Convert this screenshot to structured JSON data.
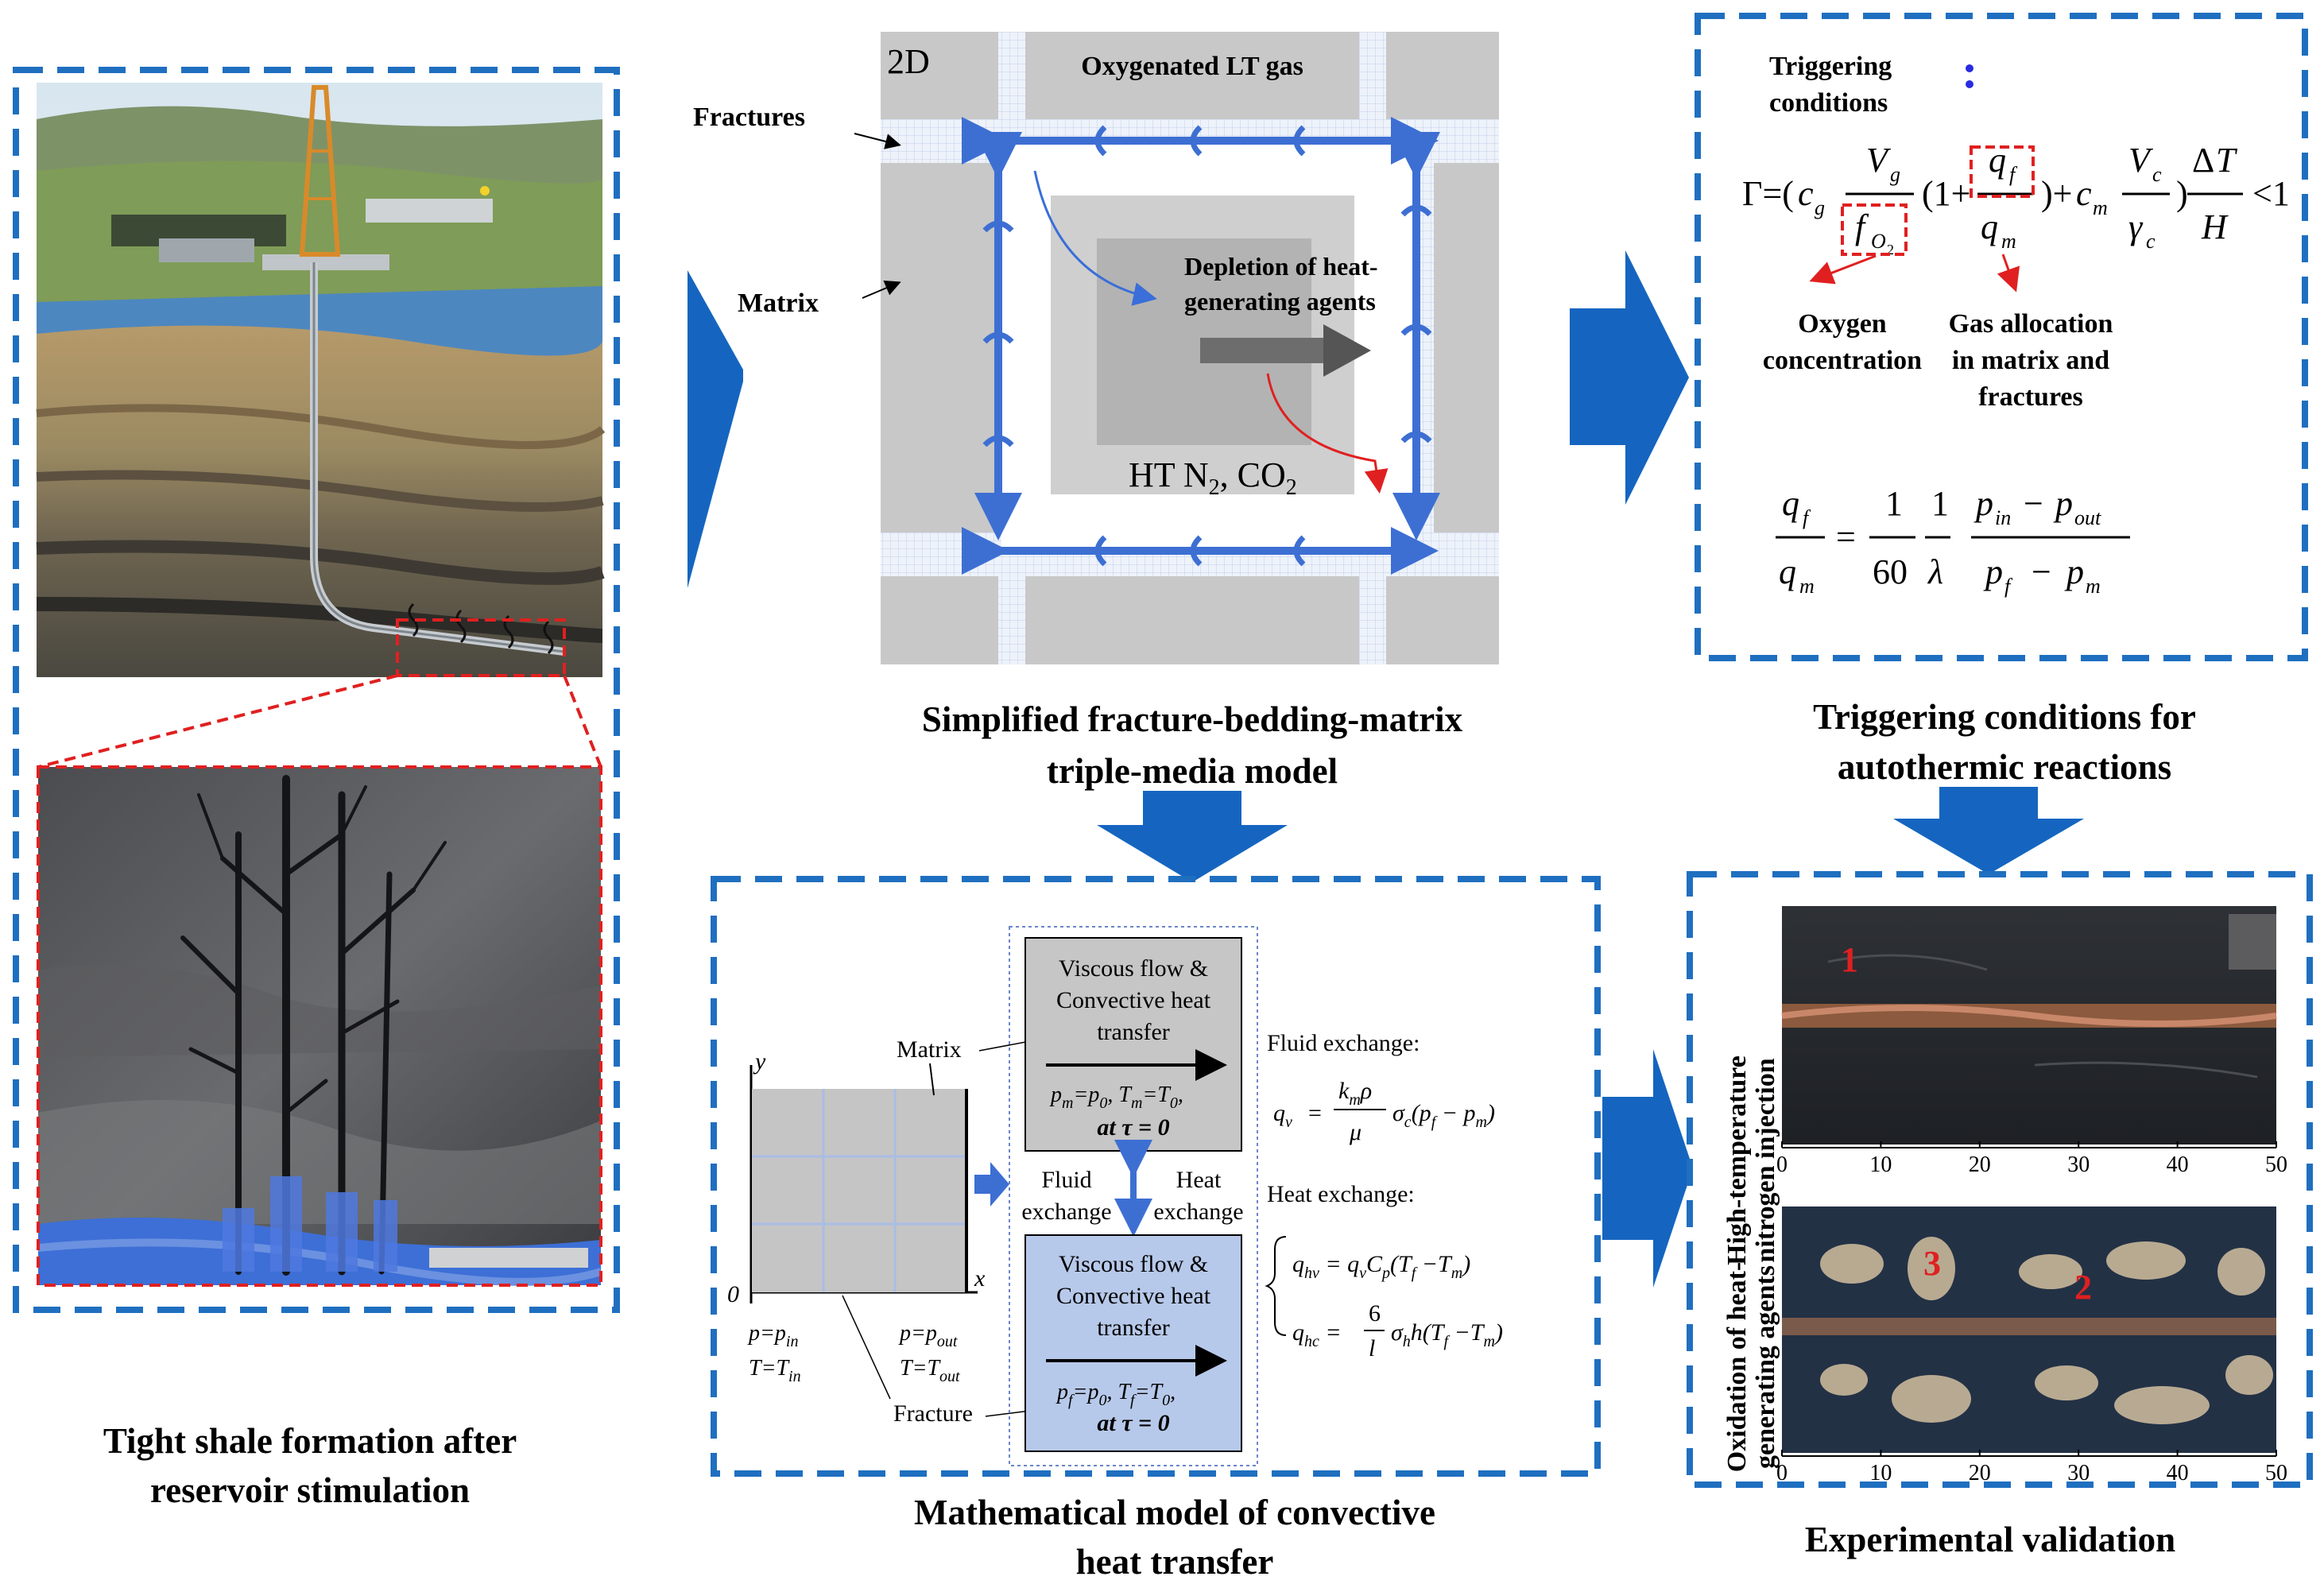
{
  "panel1": {
    "caption_line1": "Tight shale formation after",
    "caption_line2": "reservoir stimulation"
  },
  "panel2": {
    "label_2d": "2D",
    "top_gas": "Oxygenated LT gas",
    "label_fractures": "Fractures",
    "label_matrix": "Matrix",
    "depletion_line1": "Depletion of heat-",
    "depletion_line2": "generating agents",
    "ht_gas_a": "HT N",
    "ht_gas_sub": "2",
    "ht_gas_b": ", CO",
    "ht_gas_sub2": "2",
    "caption_line1": "Simplified fracture-bedding-matrix",
    "caption_line2": "triple-media model"
  },
  "panel3": {
    "triggering_line1": "Triggering",
    "triggering_line2": "conditions",
    "colon": ":",
    "oxygen_line1": "Oxygen",
    "oxygen_line2": "concentration",
    "gas_alloc_line1": "Gas allocation",
    "gas_alloc_line2": "in matrix  and",
    "gas_alloc_line3": "fractures",
    "caption_line1": "Triggering conditions for",
    "caption_line2": "autothermic reactions"
  },
  "panel4": {
    "axis_y": "y",
    "axis_x": "x",
    "origin": "0",
    "label_matrix": "Matrix",
    "label_fracture": "Fracture",
    "bc_left_p": "p=p",
    "bc_left_p_sub": "in",
    "bc_left_t": "T=T",
    "bc_left_t_sub": "in",
    "bc_right_p": "p=p",
    "bc_right_p_sub": "out",
    "bc_right_t": "T=T",
    "bc_right_t_sub": "out",
    "box1_line1": "Viscous flow &",
    "box1_line2": "Convective heat",
    "box1_line3": "transfer",
    "box1_ic": "p",
    "box1_at": "at τ = 0",
    "fluid_exchange_1": "Fluid",
    "fluid_exchange_2": "exchange",
    "heat_exchange_1": "Heat",
    "heat_exchange_2": "exchange",
    "box2_line1": "Viscous flow &",
    "box2_line2": "Convective heat",
    "box2_line3": "transfer",
    "box2_at": "at τ = 0",
    "fluid_exchange_label": "Fluid exchange:",
    "heat_exchange_label": "Heat exchange:",
    "caption_line1": "Mathematical model of convective",
    "caption_line2": "heat transfer"
  },
  "panel5": {
    "row1_label_line1": "High-temperature",
    "row1_label_line2": "nitrogen injection",
    "row2_label_line1": "Oxidation of heat-",
    "row2_label_line2": "generating agents",
    "marker1": "1",
    "marker2": "2",
    "marker3": "3",
    "ticks": [
      "0",
      "10",
      "20",
      "30",
      "40",
      "50"
    ],
    "caption": "Experimental validation"
  },
  "colors": {
    "dash_blue": "#1f6fc0",
    "arrow_blue": "#1565c0",
    "red": "#e02020",
    "gray": "#c8c8c8",
    "lightblue": "#b7c9ea"
  }
}
